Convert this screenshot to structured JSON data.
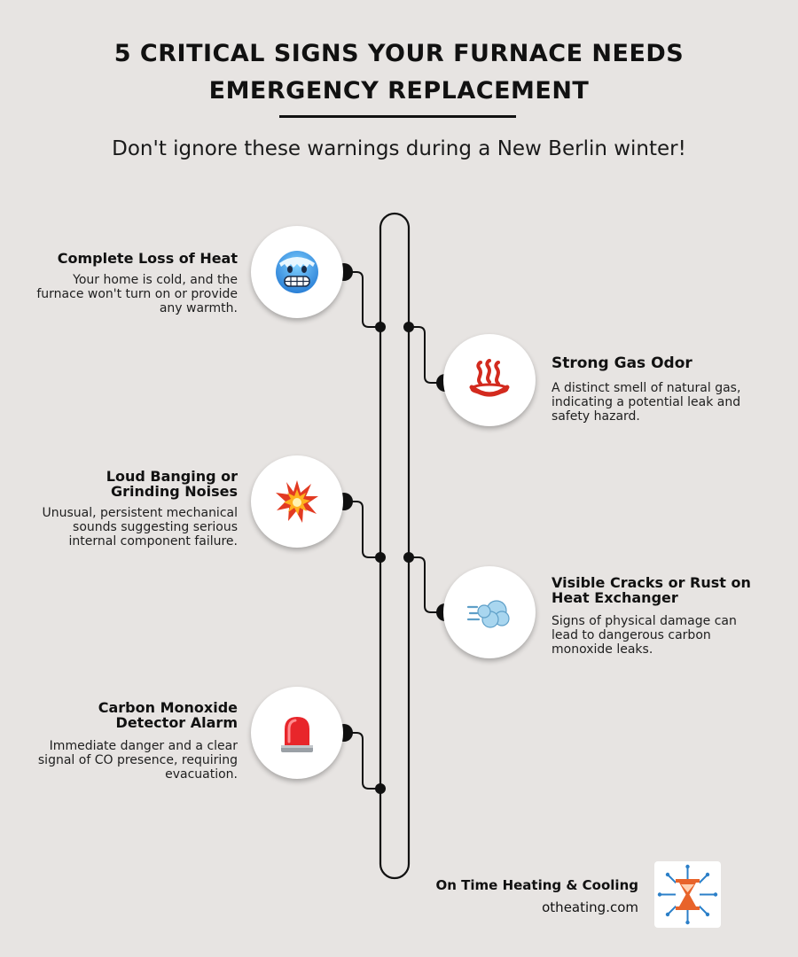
{
  "header": {
    "title_line1": "5 CRITICAL SIGNS YOUR FURNACE NEEDS",
    "title_line2": "EMERGENCY REPLACEMENT",
    "subtitle": "Don't ignore these warnings during a New Berlin winter!"
  },
  "signs": [
    {
      "title": "Complete Loss of Heat",
      "description": "Your home is cold, and the furnace won't turn on or provide any warmth.",
      "icon": "freezing-face-icon"
    },
    {
      "title": "Strong Gas Odor",
      "description": "A distinct smell of natural gas, indicating a potential leak and safety hazard.",
      "icon": "hot-springs-icon"
    },
    {
      "title": "Loud Banging or Grinding Noises",
      "description": "Unusual, persistent mechanical sounds suggesting serious internal component failure.",
      "icon": "collision-icon"
    },
    {
      "title": "Visible Cracks or Rust on Heat Exchanger",
      "description": "Signs of physical damage can lead to dangerous carbon monoxide leaks.",
      "icon": "dashing-away-icon"
    },
    {
      "title": "Carbon Monoxide Detector Alarm",
      "description": "Immediate danger and a clear signal of CO presence, requiring evacuation.",
      "icon": "police-light-icon"
    }
  ],
  "footer": {
    "company": "On Time Heating & Cooling",
    "website": "otheating.com",
    "logo_icon": "snowflake-hourglass-logo"
  },
  "colors": {
    "background": "#e7e4e2",
    "line": "#111111",
    "flame_red": "#d32a1e",
    "logo_blue": "#2b7fc8",
    "logo_orange": "#e8632a"
  }
}
